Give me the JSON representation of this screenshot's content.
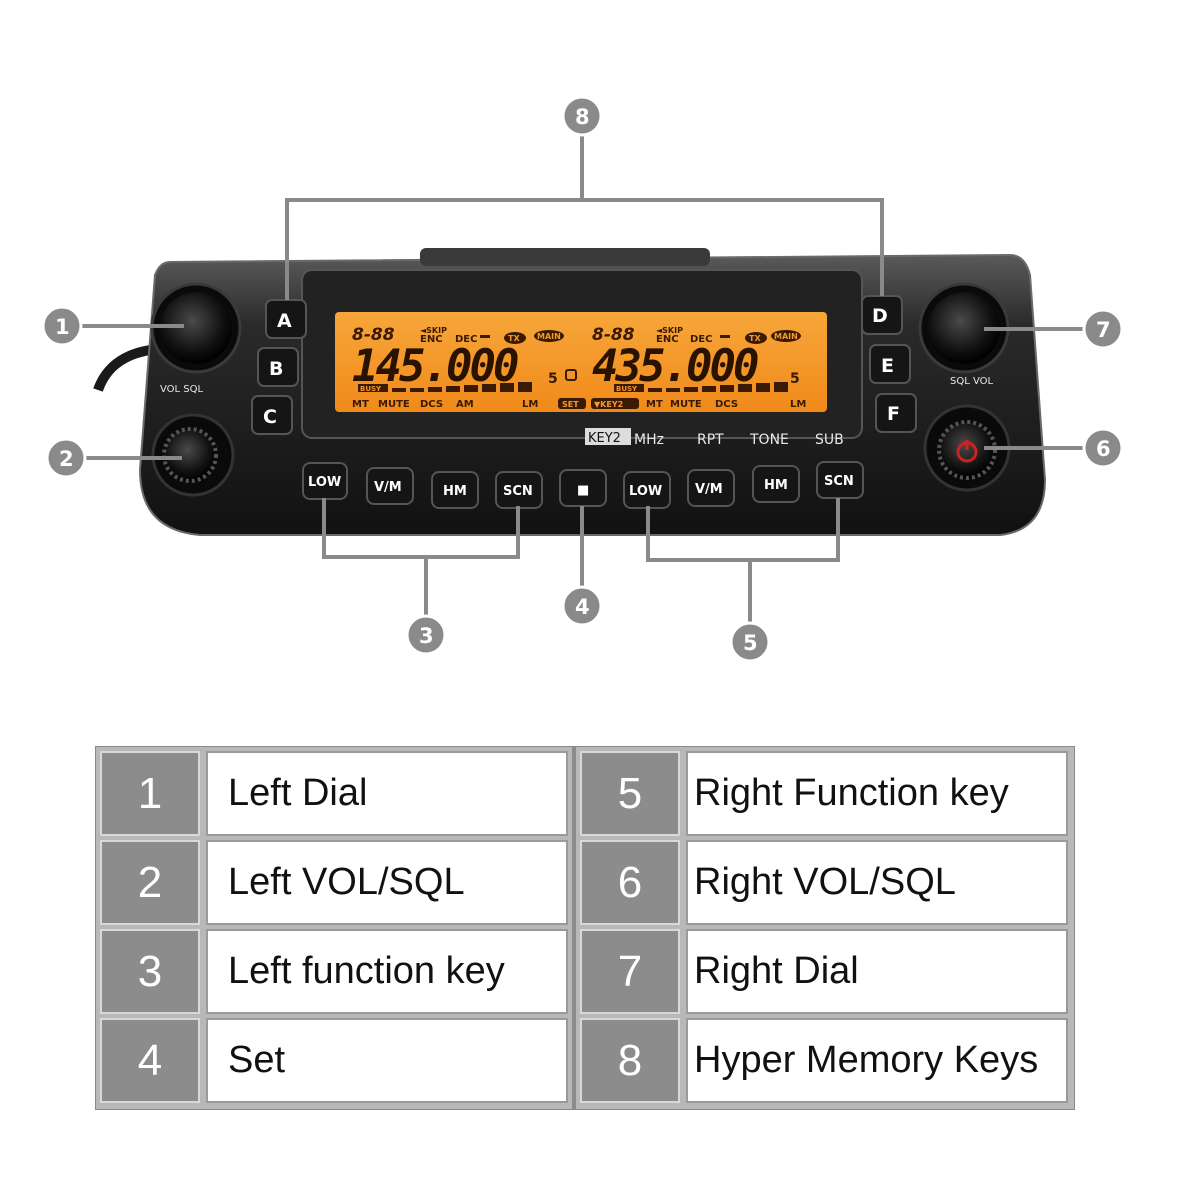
{
  "callouts": [
    "1",
    "2",
    "3",
    "4",
    "5",
    "6",
    "7",
    "8"
  ],
  "radio": {
    "memory_keys_left": [
      "A",
      "B",
      "C"
    ],
    "memory_keys_right": [
      "D",
      "E",
      "F"
    ],
    "bottom_keys": [
      "LOW",
      "V/M",
      "HM",
      "SCN",
      "■",
      "LOW",
      "V/M",
      "HM",
      "SCN"
    ],
    "panel_labels": {
      "key2_badge": "KEY2",
      "mhz": "MHz",
      "rpt": "RPT",
      "tone": "TONE",
      "sub": "SUB",
      "left_knob": "VOL  SQL",
      "right_knob": "SQL  VOL"
    },
    "lcd": {
      "left_top": "8-88",
      "left_skip": "◄SKIP",
      "left_enc": "ENC",
      "left_dec": "DEC",
      "left_tx": "TX",
      "left_main": "MAIN",
      "left_freq": "145.000",
      "left_freq_suffix": "5",
      "left_busy": "BUSY",
      "left_bottom": [
        "MT",
        "MUTE",
        "DCS",
        "AM",
        "LM"
      ],
      "right_top": "8-88",
      "right_skip": "◄SKIP",
      "right_enc": "ENC",
      "right_dec": "DEC",
      "right_tx": "TX",
      "right_main": "MAIN",
      "right_freq": "435.000",
      "right_freq_suffix": "5",
      "right_busy": "BUSY",
      "right_bottom": [
        "MT",
        "MUTE",
        "DCS",
        "LM"
      ],
      "set_badge": "SET",
      "key2_badge": "▼KEY2",
      "backlight": "#f59a2a"
    }
  },
  "legend": {
    "left": [
      {
        "num": "1",
        "label": "Left Dial"
      },
      {
        "num": "2",
        "label": "Left VOL/SQL"
      },
      {
        "num": "3",
        "label": "Left function key"
      },
      {
        "num": "4",
        "label": "Set"
      }
    ],
    "right": [
      {
        "num": "5",
        "label": "Right Function key"
      },
      {
        "num": "6",
        "label": "Right VOL/SQL"
      },
      {
        "num": "7",
        "label": "Right Dial"
      },
      {
        "num": "8",
        "label": "Hyper Memory Keys"
      }
    ]
  },
  "colors": {
    "callout_fill": "#8a8a8a",
    "leader_line": "#8a8a8a",
    "radio_body": "#2a2a2a",
    "key_face": "#1a1a1a"
  }
}
